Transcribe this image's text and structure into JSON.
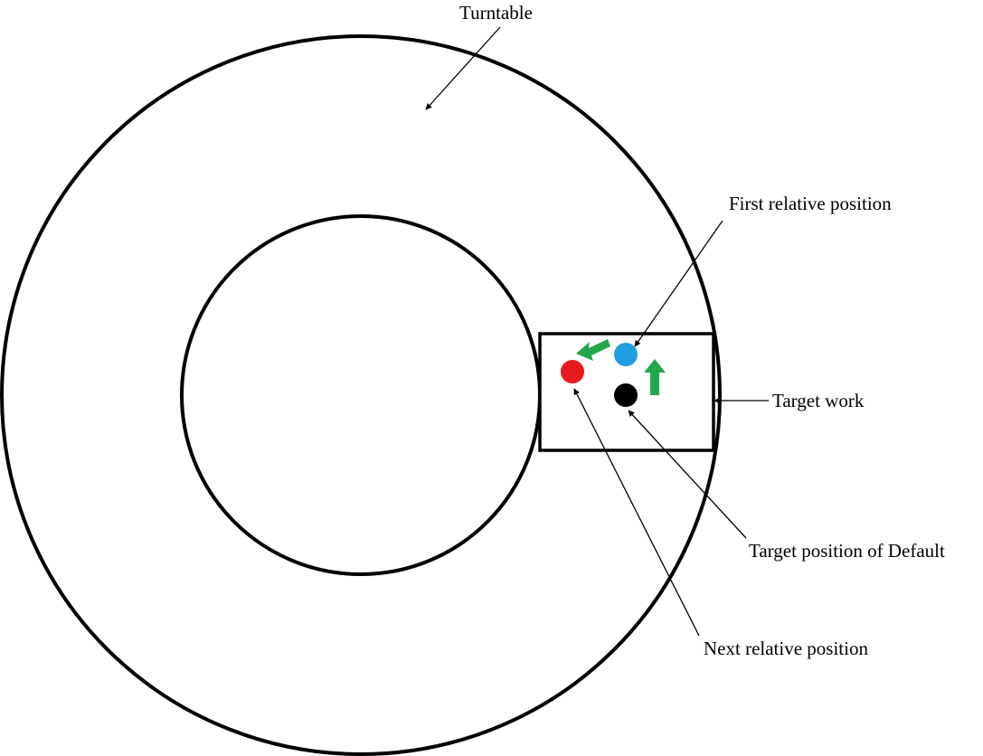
{
  "labels": {
    "turntable": "Turntable",
    "first_relative_position": "First relative position",
    "target_work": "Target work",
    "target_position_default": "Target position of Default",
    "next_relative_position": "Next relative position"
  },
  "colors": {
    "stroke": "#000000",
    "first_relative_marker": "#1f9fe0",
    "next_relative_marker": "#e8191d",
    "default_target_marker": "#000000",
    "movement_arrow": "#22a84a",
    "background": "#ffffff"
  }
}
